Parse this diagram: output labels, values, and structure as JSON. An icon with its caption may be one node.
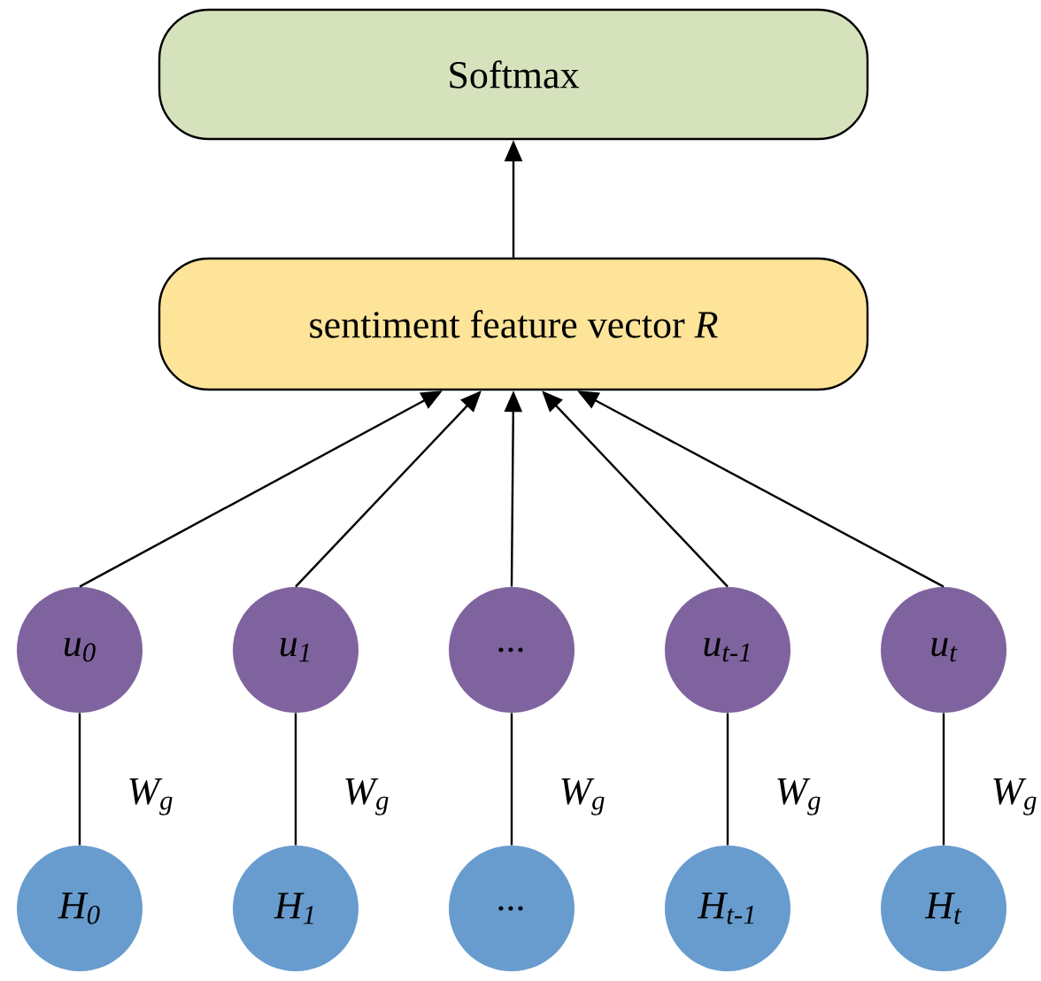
{
  "diagram": {
    "nodes": [
      {
        "text": [
          "Softmax"
        ]
      },
      {
        "text": [
          "sentiment feature vector *R*"
        ]
      },
      {
        "text": [
          "u$_{0}$"
        ]
      },
      {
        "text": [
          "u$_{1}$"
        ]
      },
      {
        "text": [
          "..."
        ]
      },
      {
        "text": [
          "u$_{t-1}$"
        ]
      },
      {
        "text": [
          "u$_{t}$"
        ]
      },
      {
        "text": [
          "H$_{0}$"
        ]
      },
      {
        "text": [
          "H$_{1}$"
        ]
      },
      {
        "text": [
          "..."
        ]
      },
      {
        "text": [
          "H$_{t-1}$"
        ]
      },
      {
        "text": [
          "H$_{t}$"
        ]
      }
    ],
    "edges": [
      {
        "from": 1,
        "to": 0,
        "arrow": "to"
      },
      {
        "from": 2,
        "to": 1,
        "arrow": "to"
      },
      {
        "from": 3,
        "to": 1,
        "arrow": "to"
      },
      {
        "from": 4,
        "to": 1,
        "arrow": "to"
      },
      {
        "from": 5,
        "to": 1,
        "arrow": "to"
      },
      {
        "from": 6,
        "to": 1,
        "arrow": "to"
      },
      {
        "from": 7,
        "to": 2,
        "label": "W$_{g}$",
        "arrow": "none"
      },
      {
        "from": 8,
        "to": 3,
        "label": "W$_{g}$",
        "arrow": "none"
      },
      {
        "from": 9,
        "to": 4,
        "label": "W$_{g}$",
        "arrow": "none"
      },
      {
        "from": 10,
        "to": 5,
        "label": "W$_{g}$",
        "arrow": "none"
      },
      {
        "from": 11,
        "to": 6,
        "label": "W$_{g}$",
        "arrow": "none"
      }
    ]
  }
}
